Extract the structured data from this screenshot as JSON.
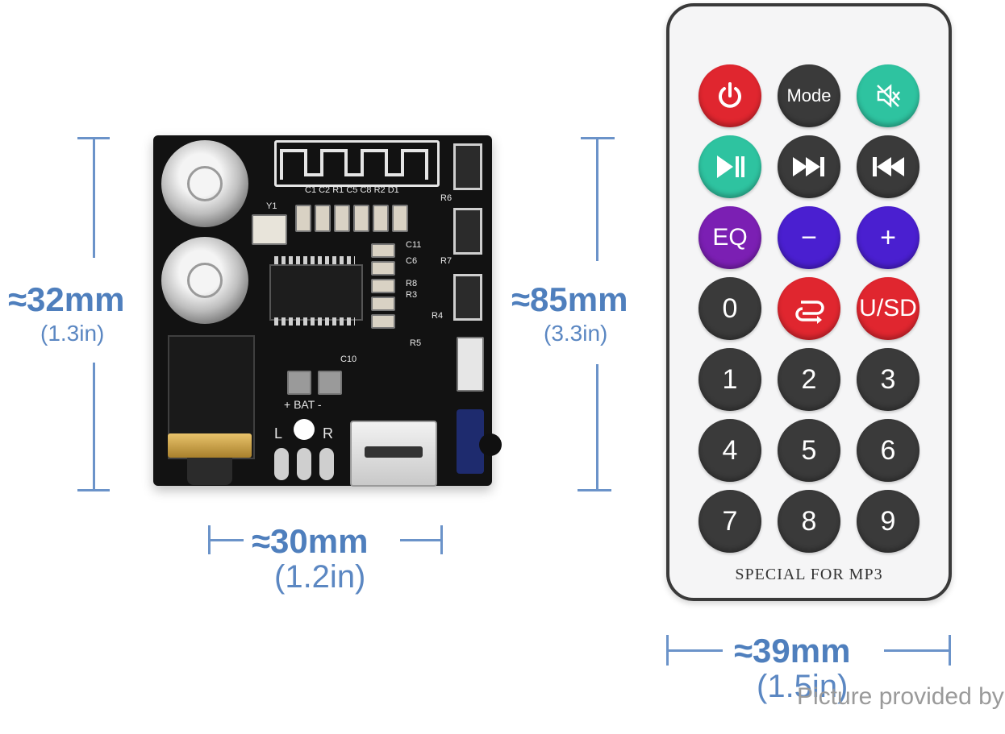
{
  "board": {
    "height_label": "≈32mm",
    "height_sub": "(1.3in)",
    "width_label": "≈30mm",
    "width_sub": "(1.2in)",
    "silkscreen": {
      "row_top": "C1 C2 R1 C5 C8 R2 D1",
      "y1": "Y1",
      "r6": "R6",
      "c11": "C11",
      "c6": "C6",
      "r7": "R7",
      "r8": "R8",
      "r3": "R3",
      "r4": "R4",
      "r5": "R5",
      "c10": "C10",
      "bat": "+ BAT -",
      "l": "L",
      "r": "R"
    }
  },
  "remote": {
    "height_label": "≈85mm",
    "height_sub": "(3.3in)",
    "width_label": "≈39mm",
    "width_sub": "(1.5in)",
    "caption": "SPECIAL FOR MP3",
    "buttons": [
      {
        "label": "",
        "icon": "power-icon",
        "color": "#e0262f"
      },
      {
        "label": "Mode",
        "icon": "",
        "color": "#3a3a3a"
      },
      {
        "label": "",
        "icon": "mute-icon",
        "color": "#2ec3a0"
      },
      {
        "label": "",
        "icon": "play-pause-icon",
        "color": "#2ec3a0"
      },
      {
        "label": "",
        "icon": "next-icon",
        "color": "#3a3a3a"
      },
      {
        "label": "",
        "icon": "previous-icon",
        "color": "#3a3a3a"
      },
      {
        "label": "EQ",
        "icon": "",
        "color": "#7b1fb3"
      },
      {
        "label": "−",
        "icon": "",
        "color": "#4a1fd0"
      },
      {
        "label": "+",
        "icon": "",
        "color": "#4a1fd0"
      },
      {
        "label": "0",
        "icon": "",
        "color": "#3a3a3a"
      },
      {
        "label": "",
        "icon": "repeat-icon",
        "color": "#e0262f"
      },
      {
        "label": "U/SD",
        "icon": "",
        "color": "#e0262f"
      },
      {
        "label": "1",
        "icon": "",
        "color": "#3a3a3a"
      },
      {
        "label": "2",
        "icon": "",
        "color": "#3a3a3a"
      },
      {
        "label": "3",
        "icon": "",
        "color": "#3a3a3a"
      },
      {
        "label": "4",
        "icon": "",
        "color": "#3a3a3a"
      },
      {
        "label": "5",
        "icon": "",
        "color": "#3a3a3a"
      },
      {
        "label": "6",
        "icon": "",
        "color": "#3a3a3a"
      },
      {
        "label": "7",
        "icon": "",
        "color": "#3a3a3a"
      },
      {
        "label": "8",
        "icon": "",
        "color": "#3a3a3a"
      },
      {
        "label": "9",
        "icon": "",
        "color": "#3a3a3a"
      }
    ]
  },
  "watermark": "Picture provided by",
  "colors": {
    "dimension_blue": "#4f7fbd",
    "board_black": "#121212",
    "remote_body": "#f5f5f6"
  }
}
